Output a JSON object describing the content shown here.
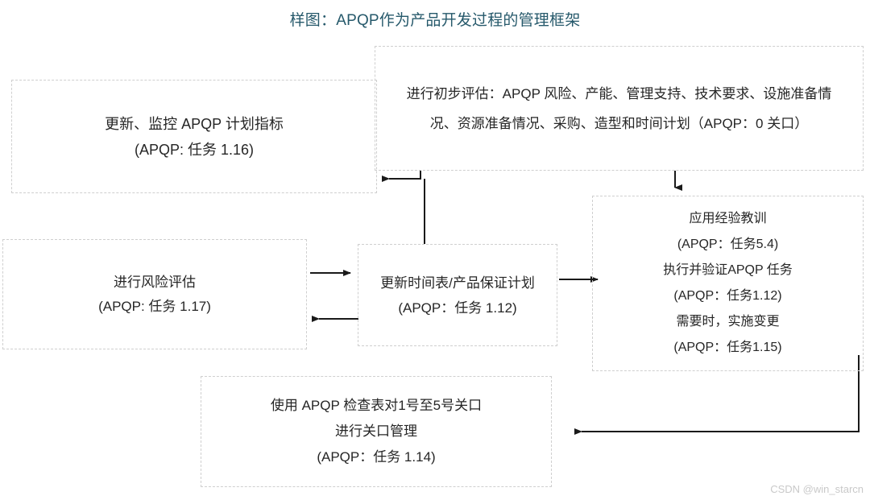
{
  "title": "样图：APQP作为产品开发过程的管理框架",
  "colors": {
    "title": "#26596b",
    "node_border": "#cfcfcf",
    "connector": "#1a1a1a",
    "text": "#262626",
    "watermark": "#c9c9c9"
  },
  "nodes": {
    "update_monitor": {
      "name": "update-monitor-apqp-plan-metrics",
      "lines": [
        "更新、监控 APQP 计划指标",
        "(APQP: 任务 1.16)"
      ]
    },
    "initial_assessment": {
      "name": "perform-initial-assessment",
      "lines": [
        "进行初步评估：APQP 风险、产能、管理支持、技术要求、设施准备情",
        "况、资源准备情况、采购、造型和时间计划（APQP：0 关口）"
      ]
    },
    "risk_assessment": {
      "name": "perform-risk-assessment",
      "lines": [
        "进行风险评估",
        "(APQP: 任务 1.17)"
      ]
    },
    "update_timeline": {
      "name": "update-timeline-product-assurance-plan",
      "lines": [
        "更新时间表/产品保证计划",
        "(APQP：任务 1.12)"
      ]
    },
    "lessons_learned": {
      "name": "apply-lessons-learned-execute-verify",
      "lines": [
        "应用经验教训",
        "(APQP：任务5.4)",
        "执行并验证APQP 任务",
        "(APQP：任务1.12)",
        "需要时，实施变更",
        "(APQP：任务1.15)"
      ]
    },
    "gate_management": {
      "name": "gate-management-checklist",
      "lines": [
        "使用 APQP 检查表对1号至5号关口",
        "进行关口管理",
        "(APQP：任务 1.14)"
      ]
    }
  },
  "connectors": [
    {
      "name": "initial-assessment-to-update-monitor",
      "from": "initial_assessment",
      "to": "update_monitor",
      "arrow": "left"
    },
    {
      "name": "initial-assessment-to-update-timeline",
      "from": "initial_assessment",
      "to": "update_timeline",
      "arrow": "none"
    },
    {
      "name": "initial-assessment-to-lessons-learned",
      "from": "initial_assessment",
      "to": "lessons_learned",
      "arrow": "down"
    },
    {
      "name": "risk-assessment-to-update-timeline",
      "from": "risk_assessment",
      "to": "update_timeline",
      "arrow": "right"
    },
    {
      "name": "update-timeline-to-risk-assessment",
      "from": "update_timeline",
      "to": "risk_assessment",
      "arrow": "left"
    },
    {
      "name": "update-timeline-to-lessons-learned",
      "from": "update_timeline",
      "to": "lessons_learned",
      "arrow": "right"
    },
    {
      "name": "lessons-learned-to-gate-management",
      "from": "lessons_learned",
      "to": "gate_management",
      "arrow": "left"
    }
  ],
  "watermark": "CSDN @win_starcn"
}
